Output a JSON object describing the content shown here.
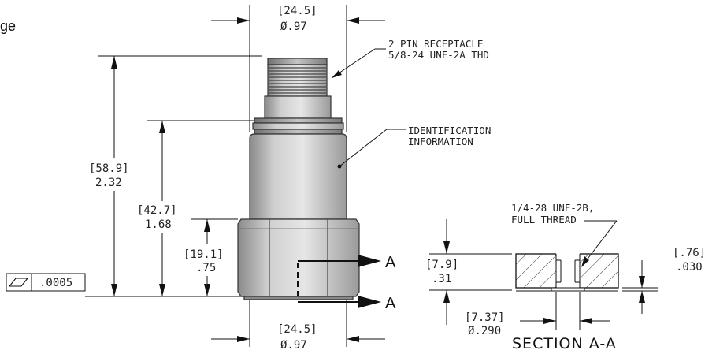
{
  "fragment": "ge",
  "dims": {
    "top_dia_mm": "[24.5]",
    "top_dia_in": "Ø.97",
    "overall_h_mm": "[58.9]",
    "overall_h_in": "2.32",
    "body_h_mm": "[42.7]",
    "body_h_in": "1.68",
    "hex_h_mm": "[19.1]",
    "hex_h_in": ".75",
    "bottom_dia_mm": "[24.5]",
    "bottom_dia_in": "Ø.97",
    "section_h_mm": "[7.9]",
    "section_h_in": ".31",
    "bore_dia_mm": "[7.37]",
    "bore_dia_in": "Ø.290",
    "recess_mm": "[.76]",
    "recess_in": ".030"
  },
  "notes": {
    "connector_line1": "2 PIN RECEPTACLE",
    "connector_line2": "5/8-24 UNF-2A THD",
    "ident_line1": "IDENTIFICATION",
    "ident_line2": "INFORMATION",
    "thread_line1": "1/4-28 UNF-2B,",
    "thread_line2": "FULL THREAD"
  },
  "tolerance": {
    "value": ".0005",
    "symbol": "flatness-icon"
  },
  "section": {
    "marker": "A",
    "title": "SECTION A-A"
  }
}
